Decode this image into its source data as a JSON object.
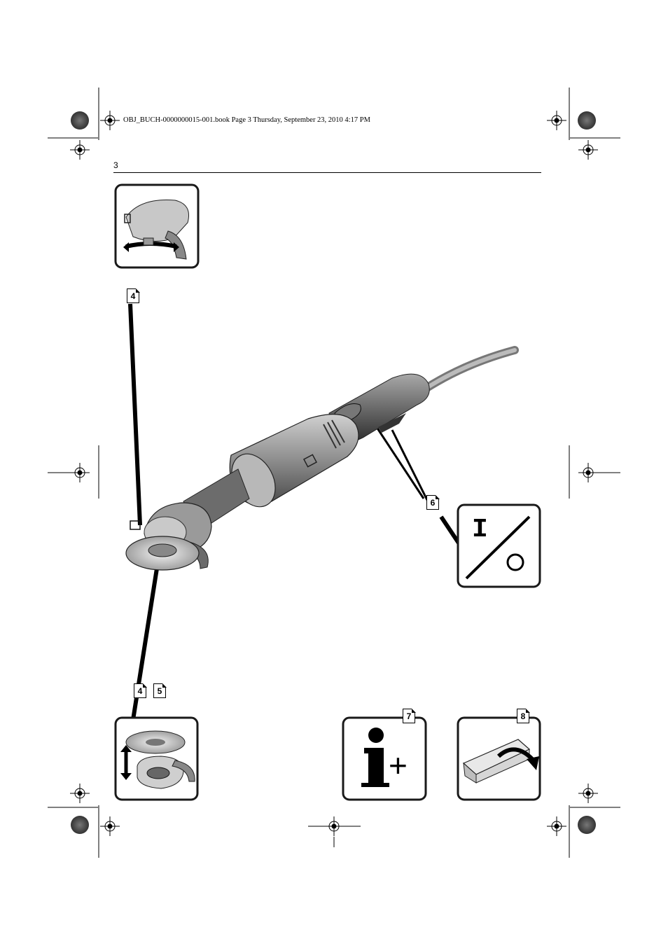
{
  "header": {
    "book_line": "OBJ_BUCH-0000000015-001.book  Page 3  Thursday, September 23, 2010  4:17 PM"
  },
  "page": {
    "number": "3"
  },
  "references": {
    "guard": "4",
    "disc_a": "4",
    "disc_b": "5",
    "switch": "6",
    "info": "7",
    "packaging": "8"
  },
  "symbols": {
    "switch_on": "I",
    "info_plus": "+"
  },
  "colors": {
    "ink": "#000000",
    "panel_border": "#1a1a1a",
    "tool_body": "#9a9a9a",
    "tool_dark": "#5a5a5a"
  }
}
